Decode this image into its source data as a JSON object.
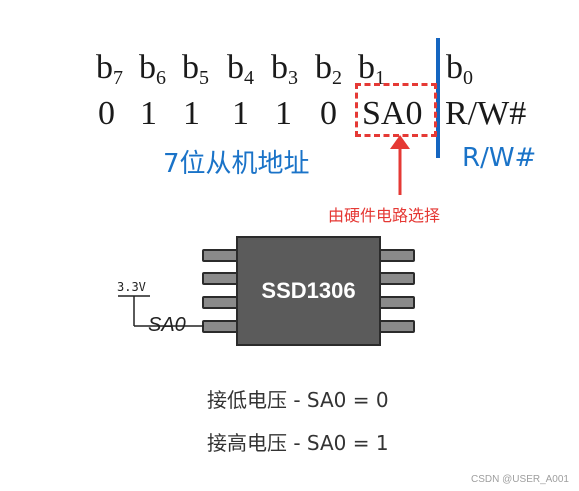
{
  "bits": [
    {
      "letter": "b",
      "sub": "7"
    },
    {
      "letter": "b",
      "sub": "6"
    },
    {
      "letter": "b",
      "sub": "5"
    },
    {
      "letter": "b",
      "sub": "4"
    },
    {
      "letter": "b",
      "sub": "3"
    },
    {
      "letter": "b",
      "sub": "2"
    },
    {
      "letter": "b",
      "sub": "1"
    },
    {
      "letter": "b",
      "sub": "0"
    }
  ],
  "values": [
    "0",
    "1",
    "1",
    "1",
    "1",
    "0",
    "SA0",
    "R/W#"
  ],
  "labels": {
    "slave_address": "7位从机地址",
    "rw": "R/W#",
    "selection_note": "由硬件电路选择"
  },
  "chip": {
    "name": "SSD1306"
  },
  "circuit": {
    "voltage": "3.3V",
    "pin_label": "SA0"
  },
  "formulas": {
    "low": "接低电压 - SA0 = 0",
    "high": "接高电压 - SA0 = 1"
  },
  "watermark": "CSDN @USER_A001",
  "colors": {
    "blue": "#1a73c8",
    "divider": "#1565c0",
    "red": "#e53935",
    "chip": "#5b5b5b"
  }
}
